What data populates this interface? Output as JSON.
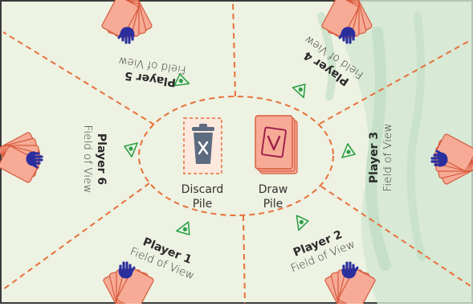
{
  "players": [
    {
      "id": 1,
      "name": "Player 1",
      "sub": "Field of View"
    },
    {
      "id": 2,
      "name": "Player 2",
      "sub": "Field of View"
    },
    {
      "id": 3,
      "name": "Player 3",
      "sub": "Field of View"
    },
    {
      "id": 4,
      "name": "Player 4",
      "sub": "Field of View"
    },
    {
      "id": 5,
      "name": "Player 5",
      "sub": "Field of View"
    },
    {
      "id": 6,
      "name": "Player 6",
      "sub": "Field of View"
    }
  ],
  "piles": {
    "discard": {
      "line1": "Discard",
      "line2": "Pile"
    },
    "draw": {
      "line1": "Draw",
      "line2": "Pile"
    }
  },
  "colors": {
    "table": "#edf2e2",
    "wash": "#cfe5cf",
    "divider": "#e8703c",
    "card_fill": "#f7ab96",
    "card_stroke": "#d65a3d",
    "eye": "#2f9e44",
    "hand": "#2b2f9e",
    "trash": "#5d6b80"
  },
  "icons": [
    "eye-icon",
    "hand-icon",
    "trash-x-icon",
    "card-v-icon"
  ]
}
